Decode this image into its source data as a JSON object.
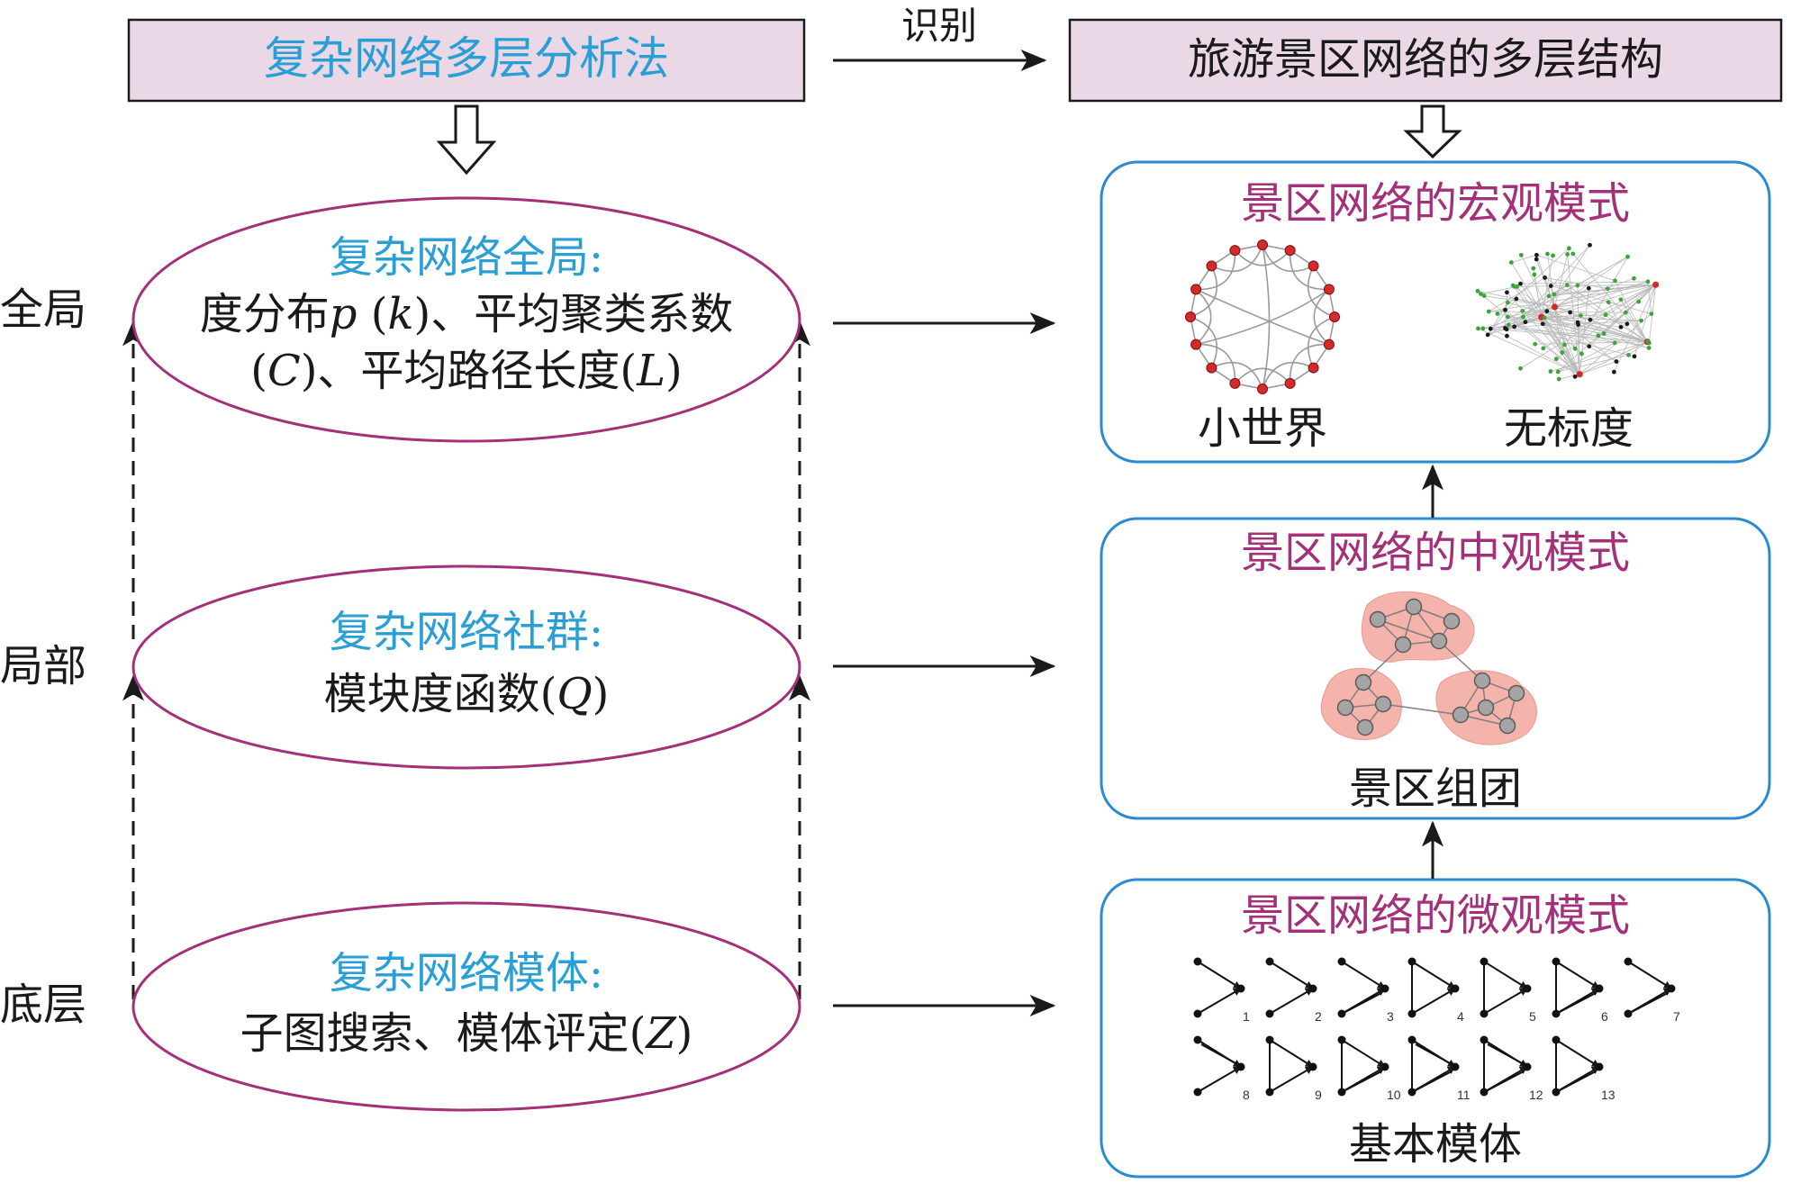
{
  "header": {
    "method_box": "复杂网络多层分析法",
    "identify_label": "识别",
    "structure_box": "旅游景区网络的多层结构"
  },
  "levels": {
    "global": "全局",
    "local": "局部",
    "bottom": "底层"
  },
  "ellipses": {
    "global": {
      "title": "复杂网络全局:",
      "line2_a": "度分布",
      "line2_p": "p",
      "line2_b": " (",
      "line2_k": "k",
      "line2_c": ")、平均聚类系数",
      "line3_a": "(",
      "line3_C": "C",
      "line3_b": ")、平均路径长度(",
      "line3_L": "L",
      "line3_c": ")"
    },
    "local": {
      "title": "复杂网络社群:",
      "line2_a": "模块度函数(",
      "line2_Q": "Q",
      "line2_b": ")"
    },
    "bottom": {
      "title": "复杂网络模体:",
      "line2_a": "子图搜索、模体评定(",
      "line2_Z": "Z",
      "line2_b": ")"
    }
  },
  "panels": {
    "macro": {
      "title": "景区网络的宏观模式",
      "label_left": "小世界",
      "label_right": "无标度"
    },
    "meso": {
      "title": "景区网络的中观模式",
      "label": "景区组团"
    },
    "micro": {
      "title": "景区网络的微观模式",
      "label": "基本模体",
      "motif_numbers": [
        "1",
        "2",
        "3",
        "4",
        "5",
        "6",
        "7",
        "8",
        "9",
        "10",
        "11",
        "12",
        "13"
      ]
    }
  },
  "colors": {
    "box_fill": "#ead8e6",
    "ellipse_stroke": "#a4307a",
    "panel_stroke": "#2a8bd0",
    "blue_text": "#2a9fd6",
    "magenta_text": "#a4307a",
    "node_red": "#d42a2a",
    "node_green": "#3aa53a",
    "cluster_fill": "#f4b3ab",
    "node_gray": "#a5a5a5"
  }
}
